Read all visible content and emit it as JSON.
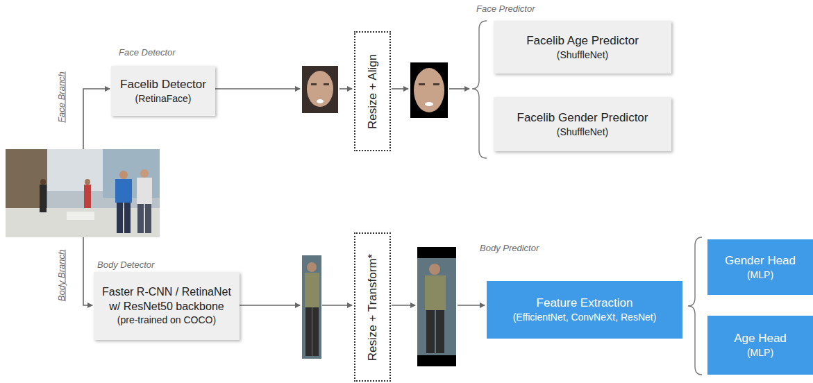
{
  "diagram": {
    "nodes": [
      {
        "text": [
          "Facelib Detector",
          "(RetinaFace)"
        ]
      },
      {
        "text": [
          "Resize + Align"
        ]
      },
      {
        "text": [
          "Facelib Age Predictor",
          "(ShuffleNet)"
        ]
      },
      {
        "text": [
          "Facelib Gender Predictor",
          "(ShuffleNet)"
        ]
      },
      {
        "text": [
          "Faster R-CNN / RetinaNet w/ ResNet50 backbone",
          "(pre-trained on COCO)"
        ]
      },
      {
        "text": [
          "Resize + Transform*"
        ]
      },
      {
        "text": [
          "Feature Extraction",
          "(EfficientNet, ConvNeXt, ResNet)"
        ]
      },
      {
        "text": [
          "Gender Head",
          "(MLP)"
        ]
      },
      {
        "text": [
          "Age Head",
          "(MLP)"
        ]
      }
    ],
    "labels": [
      "Face Branch",
      "Face Detector",
      "Face Predictor",
      "Body Branch",
      "Body Detector",
      "Body Predictor"
    ]
  }
}
